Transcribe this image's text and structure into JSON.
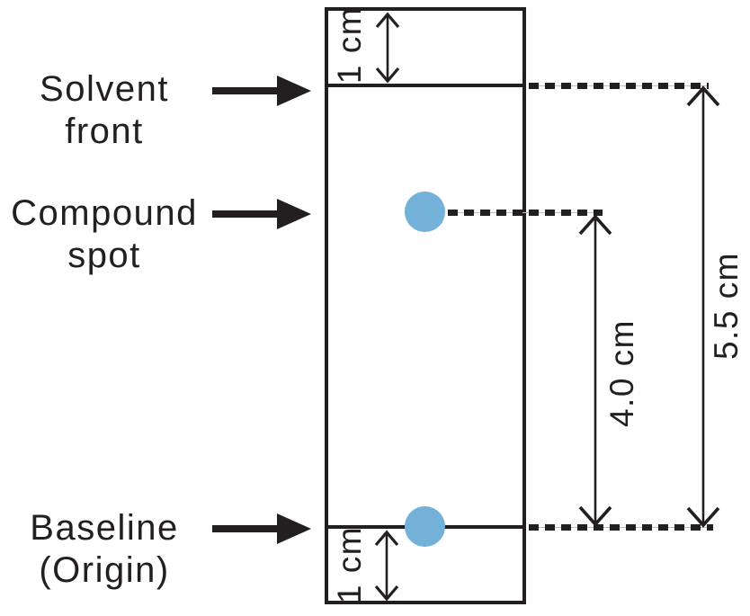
{
  "colors": {
    "ink": "#231f20",
    "spot": "#74b1d9",
    "background": "#ffffff"
  },
  "labels": {
    "solvent_front": {
      "line1": "Solvent",
      "line2": "front"
    },
    "compound_spot": {
      "line1": "Compound",
      "line2": "spot"
    },
    "baseline": {
      "line1": "Baseline",
      "line2": "(Origin)"
    }
  },
  "measurements": {
    "top_margin": "1 cm",
    "bottom_margin": "1 cm",
    "compound_distance": "4.0 cm",
    "solvent_distance": "5.5 cm"
  }
}
